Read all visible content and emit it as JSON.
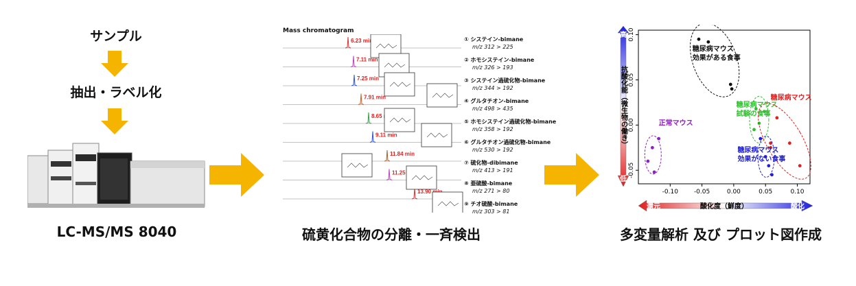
{
  "workflow": {
    "step1": "サンプル",
    "step2": "抽出・ラベル化",
    "instrument_caption": "LC-MS/MS 8040",
    "separation_caption": "硫黄化合物の分離・一斉検出",
    "analysis_caption": "多変量解析 及び プロット図作成"
  },
  "colors": {
    "arrow": "#f5b400",
    "red": "#e02020",
    "blue": "#2020e0"
  },
  "chromatogram": {
    "title": "Mass chromatogram",
    "peaks": [
      {
        "time": "6.23 min",
        "color": "#e03030"
      },
      {
        "time": "7.11 min",
        "color": "#c040c0"
      },
      {
        "time": "7.25 min",
        "color": "#3050d0"
      },
      {
        "time": "7.91 min",
        "color": "#d06020"
      },
      {
        "time": "8.65 min",
        "color": "#30a040"
      },
      {
        "time": "9.11 min",
        "color": "#3050d0"
      },
      {
        "time": "11.84 min",
        "color": "#a06030"
      },
      {
        "time": "11.25 min",
        "color": "#c040c0"
      },
      {
        "time": "13.90 min",
        "color": "#e03030"
      }
    ],
    "compounds": [
      {
        "name": "① システイン-bimane",
        "mz": "m/z 312 > 225"
      },
      {
        "name": "② ホモシステイン-bimane",
        "mz": "m/z 326 > 193"
      },
      {
        "name": "③ システイン過硫化物-bimane",
        "mz": "m/z 344 > 192"
      },
      {
        "name": "④ グルタチオン-bimane",
        "mz": "m/z 498 > 435"
      },
      {
        "name": "⑤ ホモシステイン過硫化物-bimane",
        "mz": "m/z 358 > 192"
      },
      {
        "name": "⑥ グルタチオン過硫化物-bimane",
        "mz": "m/z 530 > 192"
      },
      {
        "name": "⑦ 硫化物-dibimane",
        "mz": "m/z 413 > 191"
      },
      {
        "name": "⑧ 亜硫酸-bimane",
        "mz": "m/z 271 > 80"
      },
      {
        "name": "⑨ チオ硫酸-bimane",
        "mz": "m/z 303 > 81"
      }
    ]
  },
  "chart_data": {
    "type": "scatter",
    "title": "",
    "xlabel": "酸化度（鮮度）",
    "xlabel_left": "還元",
    "xlabel_right": "酸化",
    "ylabel": "抗酸化能（微生物の働き）",
    "ylabel_top": "高",
    "ylabel_bottom": "低",
    "xlim": [
      -0.15,
      0.12
    ],
    "ylim": [
      -0.065,
      0.105
    ],
    "xticks": [
      "-0.10",
      "-0.05",
      "0.00",
      "0.05",
      "0.10"
    ],
    "yticks": [
      "-0.05",
      "0.00",
      "0.05",
      "0.10"
    ],
    "series": [
      {
        "name": "糖尿病マウス 効果がある食事",
        "color": "#111111",
        "points": [
          [
            -0.055,
            0.095
          ],
          [
            -0.04,
            0.092
          ],
          [
            -0.005,
            0.045
          ],
          [
            -0.003,
            0.04
          ]
        ]
      },
      {
        "name": "糖尿病マウス 試験の食事",
        "color": "#30c030",
        "points": [
          [
            0.035,
            0.018
          ],
          [
            0.048,
            0.015
          ],
          [
            0.04,
            0.002
          ],
          [
            0.032,
            -0.005
          ]
        ]
      },
      {
        "name": "糖尿病マウス",
        "color": "#e02020",
        "points": [
          [
            0.068,
            0.008
          ],
          [
            0.088,
            -0.02
          ],
          [
            0.104,
            -0.045
          ],
          [
            0.058,
            -0.025
          ],
          [
            0.058,
            -0.02
          ]
        ]
      },
      {
        "name": "正常マウス",
        "color": "#9020c0",
        "points": [
          [
            -0.128,
            -0.025
          ],
          [
            -0.135,
            -0.04
          ],
          [
            -0.125,
            -0.052
          ],
          [
            -0.118,
            -0.015
          ]
        ]
      },
      {
        "name": "糖尿病マウス 効果がない食事",
        "color": "#2020d0",
        "points": [
          [
            0.042,
            -0.015
          ],
          [
            0.05,
            -0.035
          ],
          [
            0.055,
            -0.045
          ],
          [
            0.06,
            -0.055
          ]
        ]
      }
    ]
  }
}
